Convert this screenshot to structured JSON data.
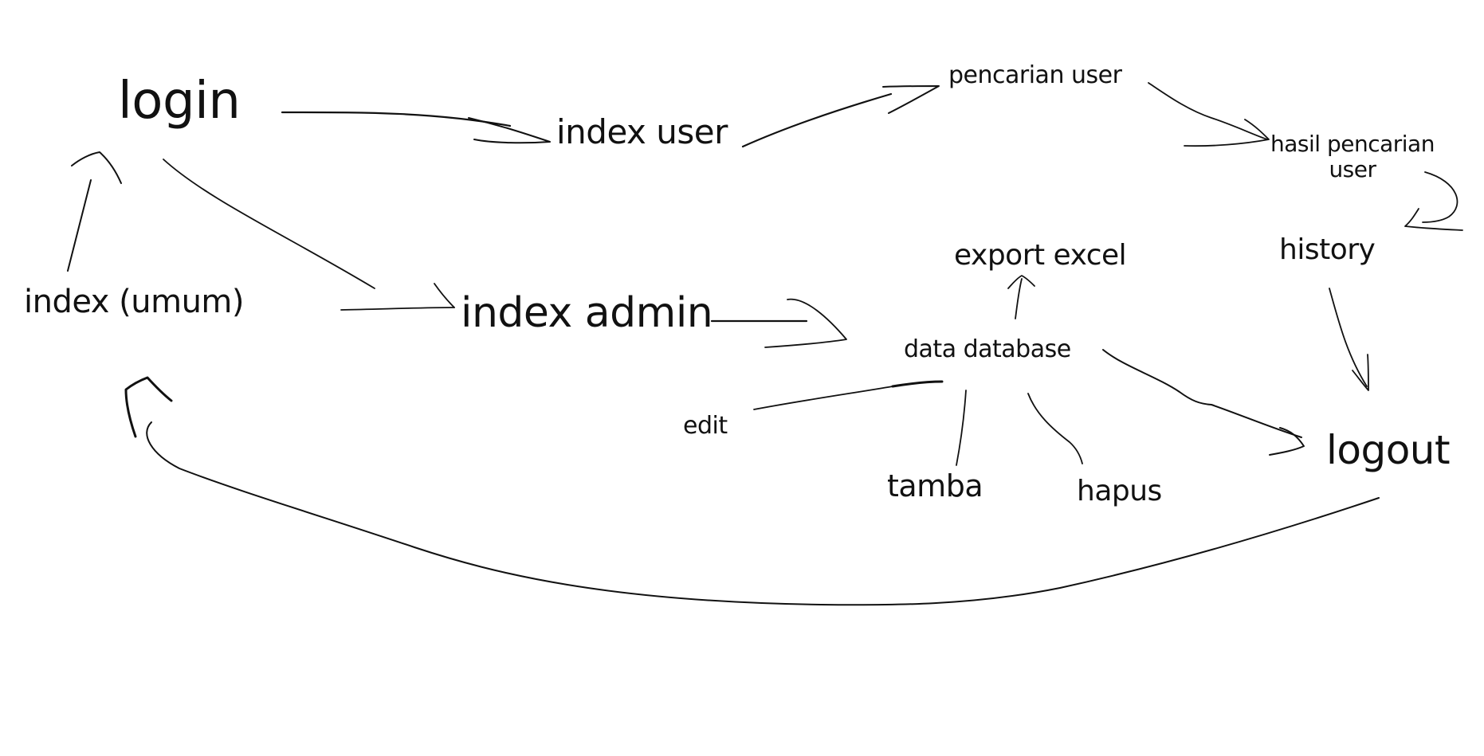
{
  "nodes": {
    "login": "login",
    "index_user": "index user",
    "pencarian_user": "pencarian user",
    "hasil_pencarian_user": "hasil pencarian\nuser",
    "index_umum": "index (umum)",
    "index_admin": "index admin",
    "export_excel": "export excel",
    "history": "history",
    "data_database": "data database",
    "edit": "edit",
    "tamba": "tamba",
    "hapus": "hapus",
    "logout": "logout"
  },
  "edges": [
    {
      "from": "index (umum)",
      "to": "login",
      "arrow": true
    },
    {
      "from": "login",
      "to": "index user",
      "arrow": true
    },
    {
      "from": "login",
      "to": "index admin",
      "arrow": true
    },
    {
      "from": "index (umum)",
      "to": "index admin",
      "arrow": true
    },
    {
      "from": "index user",
      "to": "pencarian user",
      "arrow": true
    },
    {
      "from": "pencarian user",
      "to": "hasil pencarian\nuser",
      "arrow": true
    },
    {
      "from": "hasil pencarian\nuser",
      "to": "history",
      "arrow": true
    },
    {
      "from": "history",
      "to": "logout",
      "arrow": true
    },
    {
      "from": "index admin",
      "to": "data database",
      "arrow": true
    },
    {
      "from": "data database",
      "to": "export excel",
      "arrow": true
    },
    {
      "from": "data database",
      "to": "edit",
      "arrow": false
    },
    {
      "from": "data database",
      "to": "tamba",
      "arrow": false
    },
    {
      "from": "data database",
      "to": "hapus",
      "arrow": false
    },
    {
      "from": "data database",
      "to": "logout",
      "arrow": true
    },
    {
      "from": "logout",
      "to": "index (umum)",
      "arrow": true
    }
  ],
  "colors": {
    "background": "#ffffff",
    "ink": "#111111"
  }
}
